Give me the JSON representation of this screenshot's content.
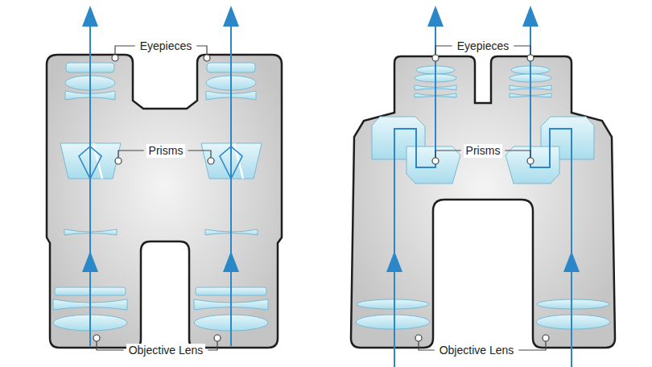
{
  "diagram": {
    "labels": [
      "Eyepieces",
      "Eyepieces",
      "Prisms",
      "Prisms",
      "Objective Lens",
      "Objective Lens"
    ]
  }
}
